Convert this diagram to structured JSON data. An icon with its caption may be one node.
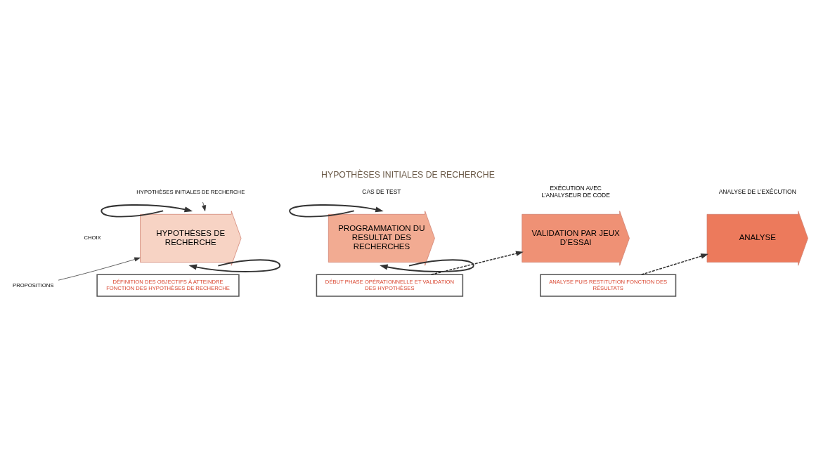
{
  "diagram": {
    "title": "HYPOTHÈSES INITIALES DE RECHERCHE",
    "nodes": [
      {
        "text": [
          "HYPOTHÈSES INITIALES DE RECHERCHE"
        ]
      },
      {
        "text": [
          "PROPOSITIONS"
        ]
      },
      {
        "text": [
          "HYPOTHÈSES DE RECHERCHE"
        ]
      },
      {
        "text": [
          "PROGRAMMATION DU RESULTAT DES RECHERCHES"
        ],
        "beside": [
          "CAS DE TEST"
        ]
      },
      {
        "text": [
          "VALIDATION PAR JEUX D’ESSAI"
        ],
        "beside": [
          "EXÉCUTION AVEC L’ANALYSEUR DE CODE"
        ]
      },
      {
        "text": [
          "ANALYSE"
        ],
        "beside": [
          "ANALYSE DE L’EXÉCUTION"
        ]
      },
      {
        "text": [
          "DÉFINITION DES OBJECTIFS À ATTEINDRE FONCTION DES HYPOTHÈSES DE RECHERCHE"
        ]
      },
      {
        "text": [
          "DÉBUT PHASE OPÉRATIONNELLE ET VALIDATION DES HYPOTHÈSES"
        ]
      },
      {
        "text": [
          "ANALYSE PUIS RESTITUTION FONCTION DES RÉSULTATS"
        ]
      }
    ],
    "edges": [
      {
        "from": 0,
        "to": 2,
        "arrow": "to"
      },
      {
        "from": 1,
        "to": 2,
        "arrow": "to"
      },
      {
        "from": 2,
        "to": 2,
        "arrow": "to",
        "label": "CHOIX"
      },
      {
        "from": 2,
        "to": 2,
        "arrow": "to"
      },
      {
        "from": 3,
        "to": 3,
        "arrow": "to"
      },
      {
        "from": 3,
        "to": 3,
        "arrow": "to"
      },
      {
        "from": 7,
        "to": 4,
        "arrow": "to",
        "style": "dashed"
      },
      {
        "from": 8,
        "to": 5,
        "arrow": "to",
        "style": "dashed"
      }
    ]
  }
}
